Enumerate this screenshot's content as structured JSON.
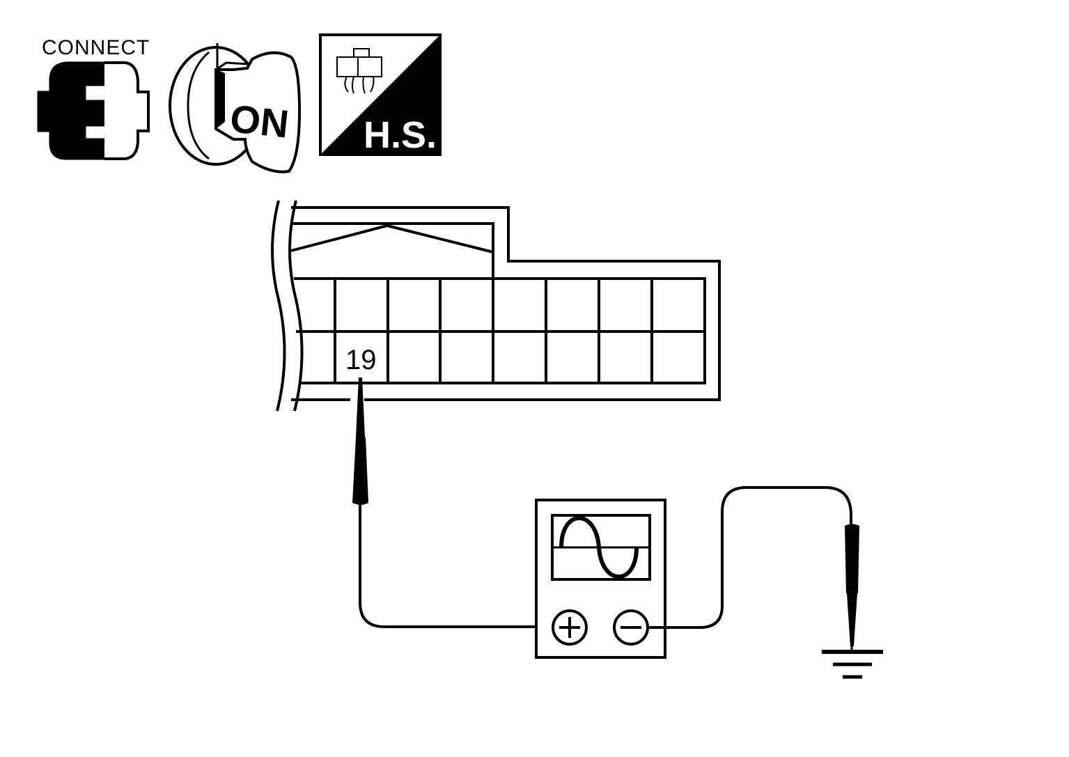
{
  "icons": {
    "connect_label": "CONNECT",
    "ignition_label": "ON",
    "harness_label": "H.S."
  },
  "connector": {
    "pin_label": "19"
  },
  "colors": {
    "ink": "#000000",
    "paper": "#ffffff"
  }
}
